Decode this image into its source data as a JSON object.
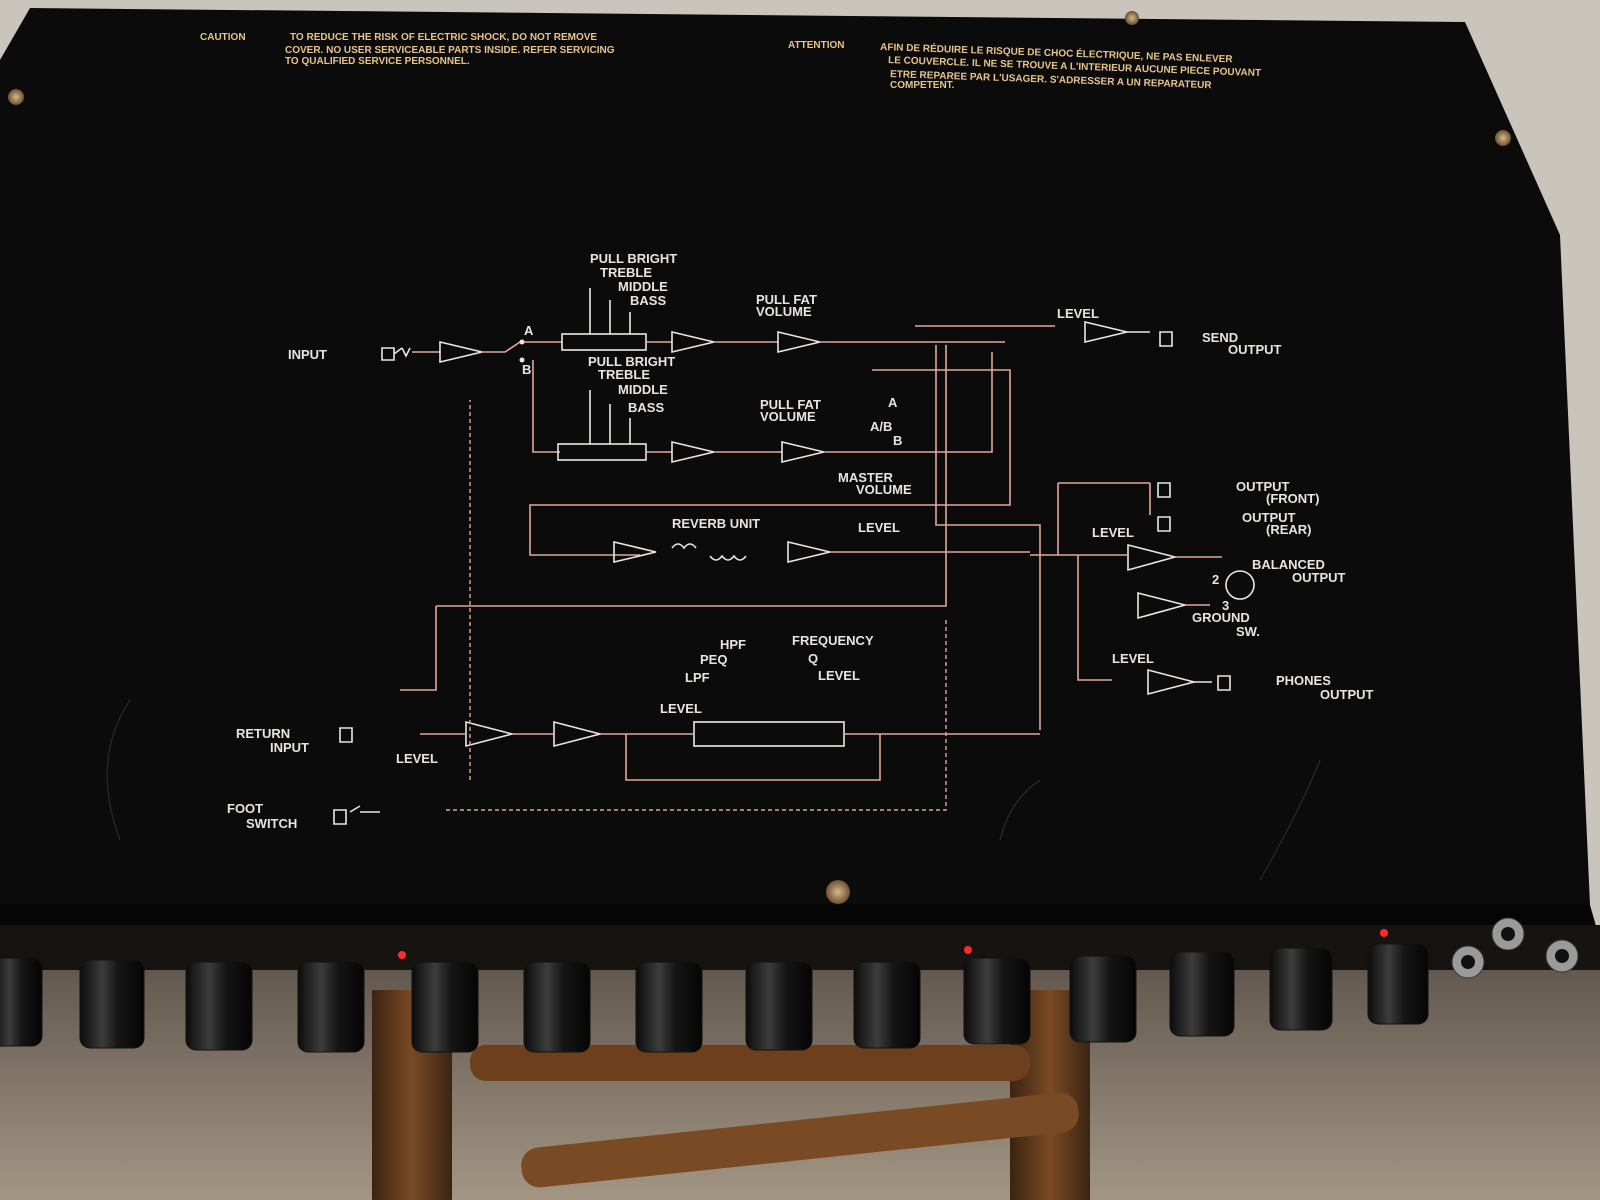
{
  "caution": {
    "title": "CAUTION",
    "line1": "TO REDUCE THE RISK OF ELECTRIC SHOCK, DO NOT REMOVE",
    "line2": "COVER. NO USER SERVICEABLE PARTS INSIDE. REFER SERVICING",
    "line3": "TO QUALIFIED SERVICE PERSONNEL."
  },
  "attention": {
    "title": "ATTENTION",
    "line1": "AFIN DE RÉDUIRE LE RISQUE DE CHOC ÉLECTRIQUE, NE PAS ENLEVER",
    "line2": "LE COUVERCLE. IL NE SE TROUVE A L'INTERIEUR AUCUNE PIECE POUVANT",
    "line3": "ETRE REPAREE PAR L'USAGER. S'ADRESSER A UN REPARATEUR",
    "line4": "COMPETENT."
  },
  "diagram": {
    "input": "INPUT",
    "a": "A",
    "b": "B",
    "pull_bright_1": "PULL BRIGHT",
    "treble_1": "TREBLE",
    "middle_1": "MIDDLE",
    "bass_1": "BASS",
    "pull_fat_1": "PULL FAT",
    "volume_1": "VOLUME",
    "pull_bright_2": "PULL BRIGHT",
    "treble_2": "TREBLE",
    "middle_2": "MIDDLE",
    "bass_2": "BASS",
    "pull_fat_2": "PULL FAT",
    "volume_2": "VOLUME",
    "master": "MASTER",
    "master_volume": "VOLUME",
    "ab_a": "A",
    "ab": "A/B",
    "ab_b": "B",
    "send_level": "LEVEL",
    "send": "SEND",
    "send_output": "OUTPUT",
    "reverb_unit": "REVERB UNIT",
    "reverb_level": "LEVEL",
    "output_front_1": "OUTPUT",
    "output_front_2": "(FRONT)",
    "output_rear_1": "OUTPUT",
    "output_rear_2": "(REAR)",
    "bal_level": "LEVEL",
    "balanced": "BALANCED",
    "balanced_output": "OUTPUT",
    "pin2": "2",
    "pin3": "3",
    "ground": "GROUND",
    "sw": "SW.",
    "phones_level": "LEVEL",
    "phones": "PHONES",
    "phones_output": "OUTPUT",
    "hpf": "HPF",
    "peq": "PEQ",
    "lpf": "LPF",
    "frequency": "FREQUENCY",
    "q": "Q",
    "eq_level": "LEVEL",
    "loop_level": "LEVEL",
    "return": "RETURN",
    "return_input": "INPUT",
    "return_level": "LEVEL",
    "foot": "FOOT",
    "switch": "SWITCH"
  },
  "colors": {
    "panel": "#0b0b0b",
    "trace": "#e2a79a",
    "legend_text": "#e8e4e0",
    "warning_text": "#e6c48a",
    "led": "#ff2a2a"
  }
}
